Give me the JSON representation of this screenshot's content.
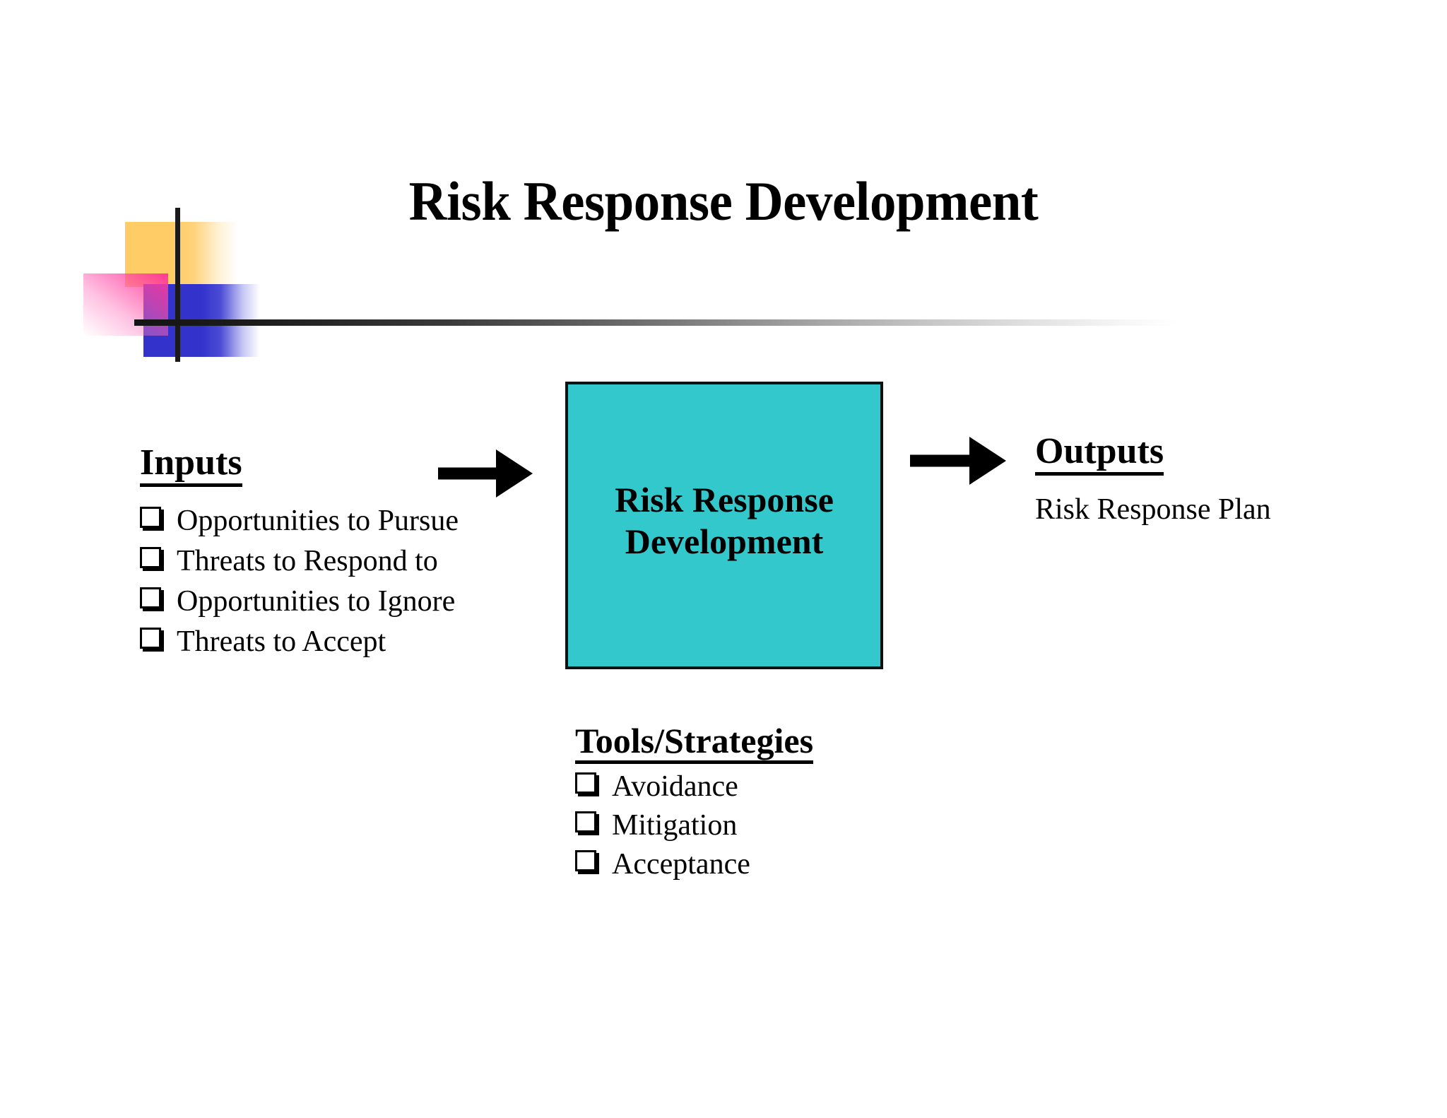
{
  "slide": {
    "title": "Risk Response Development",
    "background_color": "#FFFFFF"
  },
  "decor": {
    "yellow_color": "#FFCC66",
    "blue_color": "#3333CC",
    "pink_color": "#FF3399",
    "rule_color": "#1A1A1A"
  },
  "inputs": {
    "heading": "Inputs",
    "items": [
      "Opportunities to Pursue",
      "Threats to Respond to",
      "Opportunities to Ignore",
      "Threats to Accept"
    ]
  },
  "process": {
    "label_line1": "Risk Response",
    "label_line2": "Development",
    "fill_color": "#33C9CC",
    "border_color": "#111111"
  },
  "tools": {
    "heading": "Tools/Strategies",
    "items": [
      "Avoidance",
      "Mitigation",
      "Acceptance"
    ]
  },
  "outputs": {
    "heading": "Outputs",
    "plan": "Risk Response Plan"
  },
  "arrows": {
    "input_to_process": "arrow-right",
    "process_to_output": "arrow-right"
  }
}
